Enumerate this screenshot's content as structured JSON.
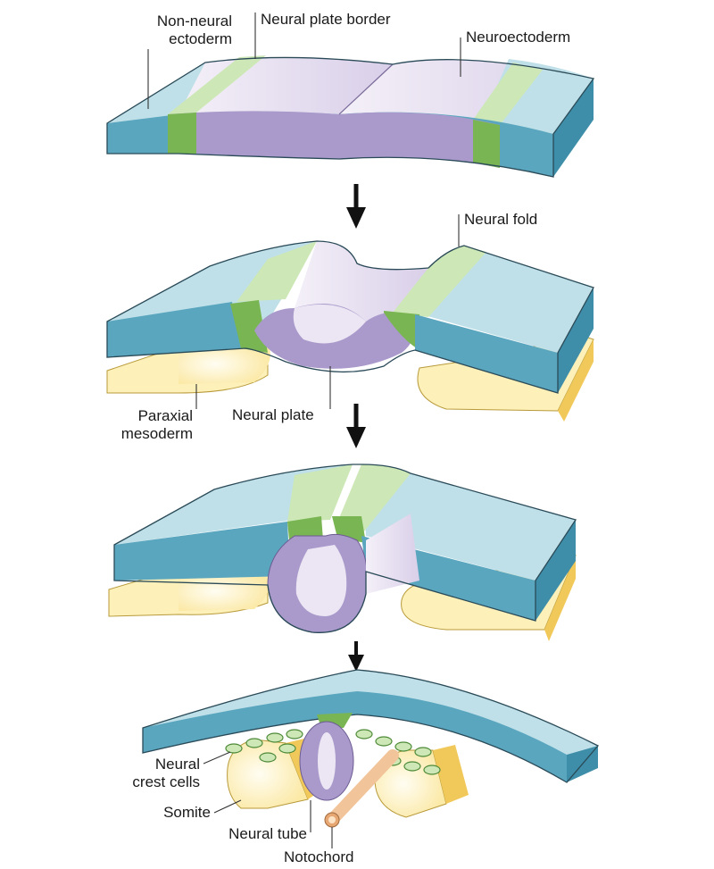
{
  "labels": {
    "non_neural_ectoderm_line1": "Non-neural",
    "non_neural_ectoderm_line2": "ectoderm",
    "neural_plate_border": "Neural plate border",
    "neuroectoderm": "Neuroectoderm",
    "neural_fold": "Neural fold",
    "paraxial_mesoderm_line1": "Paraxial",
    "paraxial_mesoderm_line2": "mesoderm",
    "neural_plate": "Neural plate",
    "neural_crest_cells_line1": "Neural",
    "neural_crest_cells_line2": "crest cells",
    "somite": "Somite",
    "neural_tube": "Neural tube",
    "notochord": "Notochord"
  },
  "colors": {
    "ectoderm_top": "#bfe0e8",
    "ectoderm_side": "#5aa6bf",
    "border_green": "#c9e6b0",
    "border_green_dark": "#79b552",
    "neural_top": "#ece6f4",
    "neural_side": "#a99acb",
    "mesoderm": "#fdf0b8",
    "mesoderm_dark": "#f1c95a",
    "notochord": "#f2c49a",
    "arrow": "#111111"
  }
}
